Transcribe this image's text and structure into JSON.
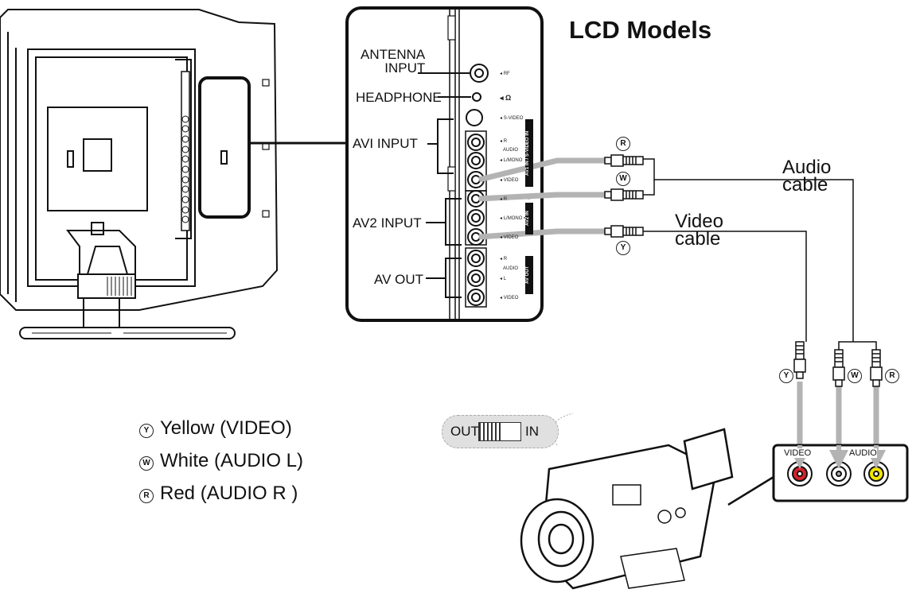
{
  "title": "LCD Models",
  "panel_labels": {
    "antenna_input": "ANTENNA\nINPUT",
    "headphone": "HEADPHONE",
    "av1_input": "AVI INPUT",
    "av2_input": "AV2 INPUT",
    "av_out": "AV OUT"
  },
  "port_labels": {
    "rf": "RF",
    "headphone_symbol": "Ω",
    "s_video": "S-VIDEO",
    "r": "R",
    "audio": "AUDIO",
    "l_mono": "L/MONO",
    "video": "VIDEO",
    "l": "L",
    "av1_bar": "AV1 IN / S-VIDEO IN",
    "av2_bar": "AV2 IN",
    "avout_bar": "AV OUT"
  },
  "cables": {
    "audio": "Audio\ncable",
    "video": "Video\ncable"
  },
  "plug_symbols": {
    "yellow": "Y",
    "white": "W",
    "red": "R"
  },
  "legend": [
    {
      "symbol": "Y",
      "text": "Yellow (VIDEO)"
    },
    {
      "symbol": "W",
      "text": "White (AUDIO L)"
    },
    {
      "symbol": "R",
      "text": "Red (AUDIO R )"
    }
  ],
  "camcorder": {
    "switch_out": "OUT",
    "switch_in": "IN",
    "jack_video": "VIDEO",
    "jack_audio": "AUDIO"
  },
  "colors": {
    "red_jack": "#d8202a",
    "white_jack": "#ffffff",
    "yellow_jack": "#f2e600",
    "arrow": "#b3b3b3"
  }
}
